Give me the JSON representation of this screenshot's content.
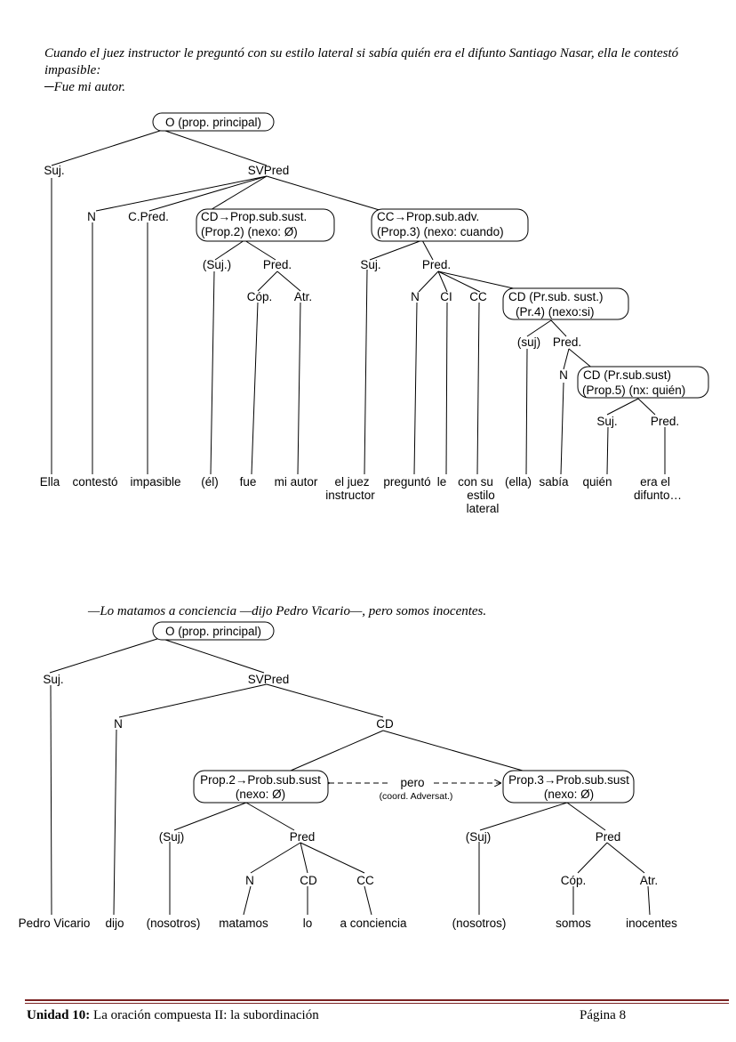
{
  "intro1": {
    "line1": "Cuando el juez instructor le preguntó con su estilo lateral si sabía quién era el difunto Santiago Nasar, ella le contestó impasible:",
    "line2": "─Fue mi autor."
  },
  "intro2": {
    "line1": "—Lo matamos a conciencia —dijo Pedro Vicario—, pero somos inocentes."
  },
  "tree1": {
    "root": "O (prop. principal)",
    "suj": "Suj.",
    "svpred": "SVPred",
    "n": "N",
    "cpred": "C.Pred.",
    "cd_line1": "CD→Prop.sub.sust.",
    "cd_line2": "(Prop.2) (nexo: Ø)",
    "cc_line1": "CC→Prop.sub.adv.",
    "cc_line2": "(Prop.3) (nexo: cuando)",
    "p2_suj": "(Suj.)",
    "p2_pred": "Pred.",
    "cop": "Cóp.",
    "atr": "Atr.",
    "p3_suj": "Suj.",
    "p3_pred": "Pred.",
    "p3_n": "N",
    "p3_ci": "CI",
    "p3_cc": "CC",
    "p4_line1": "CD (Pr.sub. sust.)",
    "p4_line2": "(Pr.4) (nexo:si)",
    "p4_suj": "(suj)",
    "p4_pred": "Pred.",
    "p4_n": "N",
    "p5_line1": "CD (Pr.sub.sust)",
    "p5_line2": "(Prop.5) (nx: quién)",
    "p5_suj": "Suj.",
    "p5_pred": "Pred.",
    "words": {
      "ella": "Ella",
      "contesto": "contestó",
      "impasible": "impasible",
      "el": "(él)",
      "fue": "fue",
      "miautor": "mi autor",
      "eljuez1": "el juez",
      "eljuez2": "instructor",
      "pregunto": "preguntó",
      "le": "le",
      "consu1": "con su",
      "consu2": "estilo",
      "consu3": "lateral",
      "ella2": "(ella)",
      "sabia": "sabía",
      "quien": "quién",
      "erael1": "era el",
      "erael2": "difunto…"
    }
  },
  "tree2": {
    "root": "O (prop. principal)",
    "suj": "Suj.",
    "svpred": "SVPred",
    "n": "N",
    "cd": "CD",
    "p2_line1": "Prop.2→Prob.sub.sust",
    "p2_line2": "(nexo: Ø)",
    "p3_line1": "Prop.3→Prob.sub.sust",
    "p3_line2": "(nexo: Ø)",
    "link": "pero",
    "link_note": "(coord. Adversat.)",
    "p2_suj": "(Suj)",
    "p2_pred": "Pred",
    "p2_n": "N",
    "p2_cd": "CD",
    "p2_cc": "CC",
    "p3_suj": "(Suj)",
    "p3_pred": "Pred",
    "cop": "Cóp.",
    "atr": "Atr.",
    "words": {
      "pedro": "Pedro Vicario",
      "dijo": "dijo",
      "nosotros1": "(nosotros)",
      "matamos": "matamos",
      "lo": "lo",
      "aconciencia": "a conciencia",
      "nosotros2": "(nosotros)",
      "somos": "somos",
      "inocentes": "inocentes"
    }
  },
  "footer": {
    "unit": "Unidad 10:",
    "title": " La oración compuesta II: la subordinación",
    "page": "Página 8"
  }
}
